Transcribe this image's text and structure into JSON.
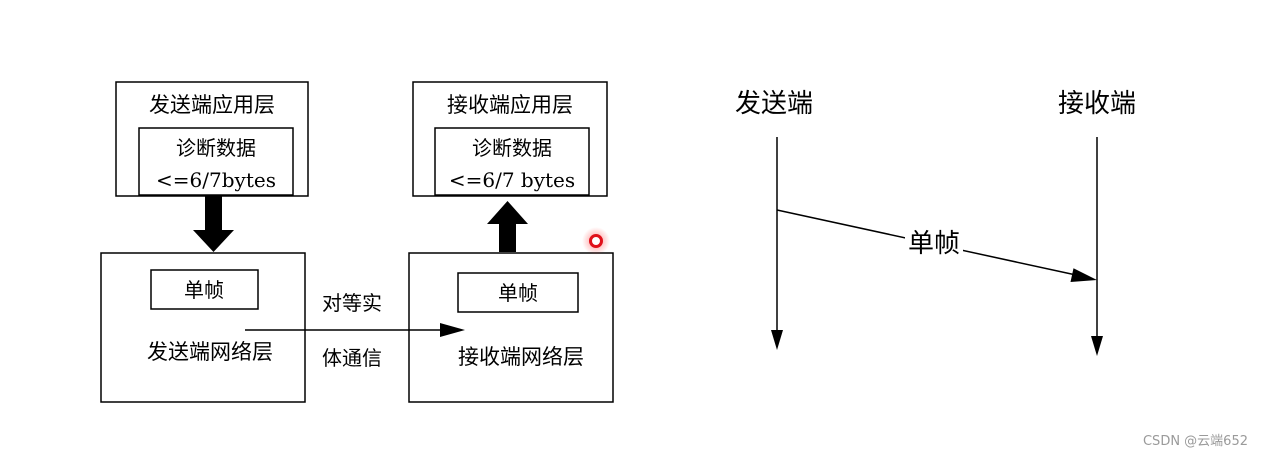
{
  "left_diagram": {
    "sender_app_layer": "发送端应用层",
    "sender_data_line1": "诊断数据",
    "sender_data_line2": "<=6/7bytes",
    "receiver_app_layer": "接收端应用层",
    "receiver_data_line1": "诊断数据",
    "receiver_data_line2": "<=6/7 bytes",
    "sender_frame": "单帧",
    "sender_network_layer": "发送端网络层",
    "receiver_frame": "单帧",
    "receiver_network_layer": "接收端网络层",
    "peer_comm_line1": "对等实",
    "peer_comm_line2": "体通信"
  },
  "right_diagram": {
    "sender": "发送端",
    "receiver": "接收端",
    "message": "单帧"
  },
  "watermark": "CSDN @云端652",
  "colors": {
    "pointer_marker": "#e0101a"
  }
}
